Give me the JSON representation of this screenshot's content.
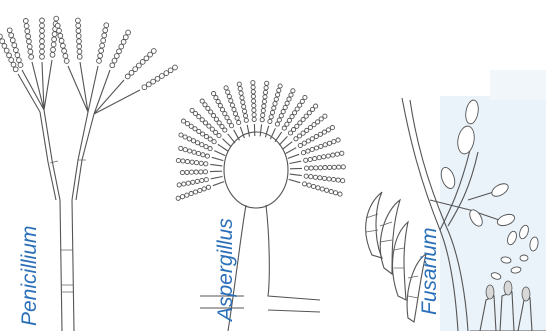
{
  "labels": {
    "penicillium": "Penicillium",
    "aspergillus": "Aspergillus",
    "fusarium": "Fusarium"
  },
  "colors": {
    "label_text": "#2a6fb8",
    "line_ink": "#555555",
    "fusarium_background": "#eaf2fa"
  }
}
